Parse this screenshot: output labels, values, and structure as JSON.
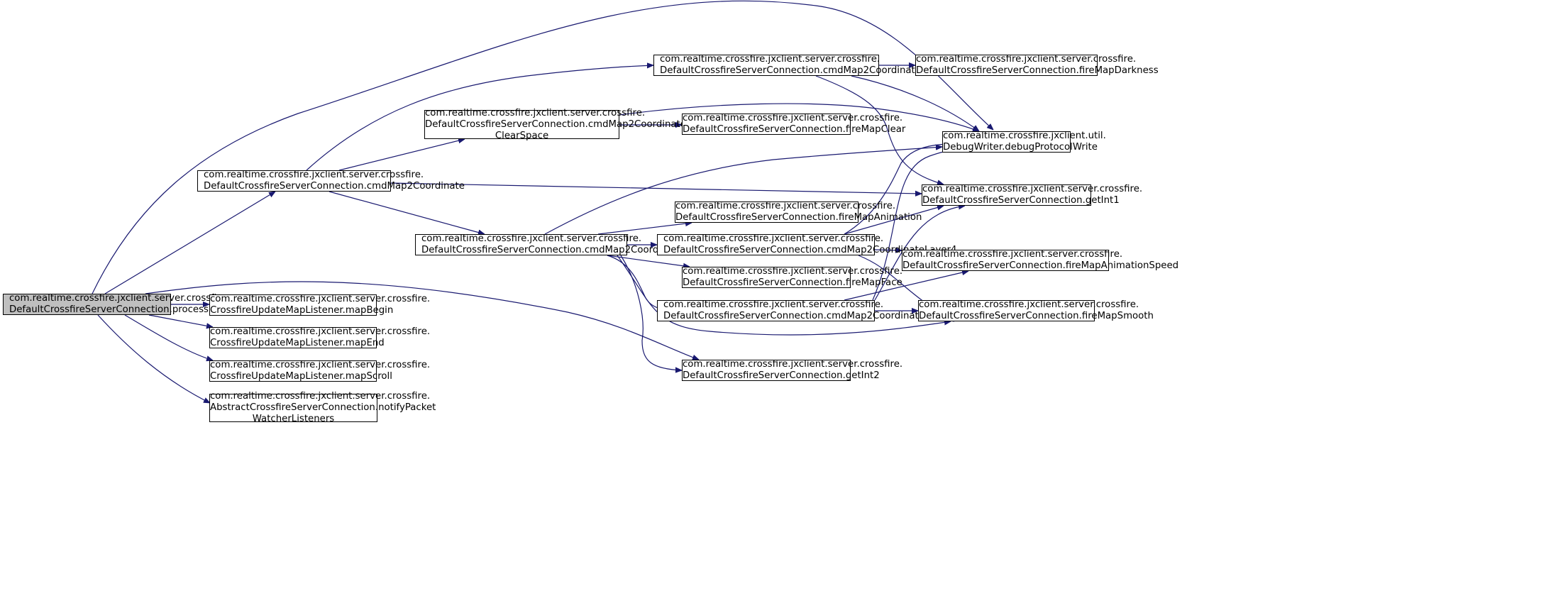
{
  "nodes": [
    {
      "id": "processMap2",
      "lines": [
        "com.realtime.crossfire.jxclient.server.crossfire.",
        "DefaultCrossfireServerConnection.processMap2"
      ]
    },
    {
      "id": "cmdMap2Coordinate",
      "lines": [
        "com.realtime.crossfire.jxclient.server.crossfire.",
        "DefaultCrossfireServerConnection.cmdMap2Coordinate"
      ]
    },
    {
      "id": "mapBegin",
      "lines": [
        "com.realtime.crossfire.jxclient.server.crossfire.",
        "CrossfireUpdateMapListener.mapBegin"
      ]
    },
    {
      "id": "mapEnd",
      "lines": [
        "com.realtime.crossfire.jxclient.server.crossfire.",
        "CrossfireUpdateMapListener.mapEnd"
      ]
    },
    {
      "id": "mapScroll",
      "lines": [
        "com.realtime.crossfire.jxclient.server.crossfire.",
        "CrossfireUpdateMapListener.mapScroll"
      ]
    },
    {
      "id": "notifyPacket",
      "lines": [
        "com.realtime.crossfire.jxclient.server.crossfire.",
        "AbstractCrossfireServerConnection.notifyPacket",
        "WatcherListeners"
      ]
    },
    {
      "id": "clearSpace",
      "lines": [
        "com.realtime.crossfire.jxclient.server.crossfire.",
        "DefaultCrossfireServerConnection.cmdMap2Coordinate",
        "ClearSpace"
      ]
    },
    {
      "id": "coordLayer",
      "lines": [
        "com.realtime.crossfire.jxclient.server.crossfire.",
        "DefaultCrossfireServerConnection.cmdMap2CoordinateLayer"
      ]
    },
    {
      "id": "coordDarkness",
      "lines": [
        "com.realtime.crossfire.jxclient.server.crossfire.",
        "DefaultCrossfireServerConnection.cmdMap2CoordinateDarkness"
      ]
    },
    {
      "id": "fireMapClear",
      "lines": [
        "com.realtime.crossfire.jxclient.server.crossfire.",
        "DefaultCrossfireServerConnection.fireMapClear"
      ]
    },
    {
      "id": "fireMapAnimation",
      "lines": [
        "com.realtime.crossfire.jxclient.server.crossfire.",
        "DefaultCrossfireServerConnection.fireMapAnimation"
      ]
    },
    {
      "id": "layer4",
      "lines": [
        "com.realtime.crossfire.jxclient.server.crossfire.",
        "DefaultCrossfireServerConnection.cmdMap2CoordinateLayer4"
      ]
    },
    {
      "id": "fireMapFace",
      "lines": [
        "com.realtime.crossfire.jxclient.server.crossfire.",
        "DefaultCrossfireServerConnection.fireMapFace"
      ]
    },
    {
      "id": "layer3",
      "lines": [
        "com.realtime.crossfire.jxclient.server.crossfire.",
        "DefaultCrossfireServerConnection.cmdMap2CoordinateLayer3"
      ]
    },
    {
      "id": "getInt2",
      "lines": [
        "com.realtime.crossfire.jxclient.server.crossfire.",
        "DefaultCrossfireServerConnection.getInt2"
      ]
    },
    {
      "id": "fireMapDarkness",
      "lines": [
        "com.realtime.crossfire.jxclient.server.crossfire.",
        "DefaultCrossfireServerConnection.fireMapDarkness"
      ]
    },
    {
      "id": "debugWrite",
      "lines": [
        "com.realtime.crossfire.jxclient.util.",
        "DebugWriter.debugProtocolWrite"
      ]
    },
    {
      "id": "getInt1",
      "lines": [
        "com.realtime.crossfire.jxclient.server.crossfire.",
        "DefaultCrossfireServerConnection.getInt1"
      ]
    },
    {
      "id": "fireMapAnimSpeed",
      "lines": [
        "com.realtime.crossfire.jxclient.server.crossfire.",
        "DefaultCrossfireServerConnection.fireMapAnimationSpeed"
      ]
    },
    {
      "id": "fireMapSmooth",
      "lines": [
        "com.realtime.crossfire.jxclient.server.crossfire.",
        "DefaultCrossfireServerConnection.fireMapSmooth"
      ]
    }
  ],
  "edges": [
    [
      "processMap2",
      "debugWrite"
    ],
    [
      "processMap2",
      "cmdMap2Coordinate"
    ],
    [
      "processMap2",
      "getInt2"
    ],
    [
      "processMap2",
      "mapBegin"
    ],
    [
      "processMap2",
      "mapEnd"
    ],
    [
      "processMap2",
      "mapScroll"
    ],
    [
      "processMap2",
      "notifyPacket"
    ],
    [
      "cmdMap2Coordinate",
      "coordDarkness"
    ],
    [
      "cmdMap2Coordinate",
      "clearSpace"
    ],
    [
      "cmdMap2Coordinate",
      "getInt1"
    ],
    [
      "cmdMap2Coordinate",
      "coordLayer"
    ],
    [
      "clearSpace",
      "debugWrite"
    ],
    [
      "clearSpace",
      "fireMapClear"
    ],
    [
      "coordDarkness",
      "fireMapDarkness"
    ],
    [
      "coordDarkness",
      "debugWrite"
    ],
    [
      "coordDarkness",
      "getInt1"
    ],
    [
      "coordLayer",
      "debugWrite"
    ],
    [
      "coordLayer",
      "fireMapAnimation"
    ],
    [
      "coordLayer",
      "layer4"
    ],
    [
      "coordLayer",
      "fireMapFace"
    ],
    [
      "coordLayer",
      "layer3"
    ],
    [
      "coordLayer",
      "fireMapSmooth"
    ],
    [
      "coordLayer",
      "getInt2"
    ],
    [
      "layer4",
      "debugWrite"
    ],
    [
      "layer4",
      "getInt1"
    ],
    [
      "layer4",
      "fireMapAnimSpeed"
    ],
    [
      "layer4",
      "fireMapSmooth"
    ],
    [
      "layer3",
      "debugWrite"
    ],
    [
      "layer3",
      "getInt1"
    ],
    [
      "layer3",
      "fireMapAnimSpeed"
    ],
    [
      "layer3",
      "fireMapSmooth"
    ]
  ],
  "colors": {
    "edge": "#191970",
    "node_border": "#000000",
    "root_fill": "#bfbfbf",
    "node_fill": "#ffffff"
  }
}
